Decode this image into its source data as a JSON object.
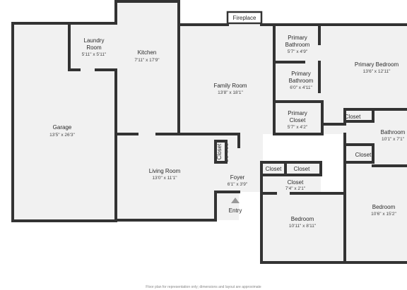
{
  "rooms": [
    {
      "id": "garage",
      "name": "Garage",
      "dim": "13'5\" x 26'3\""
    },
    {
      "id": "laundry",
      "name": "Laundry",
      "name2": "Room",
      "dim": "5'11\" x 5'11\""
    },
    {
      "id": "kitchen",
      "name": "Kitchen",
      "dim": "7'11\" x 17'9\""
    },
    {
      "id": "family",
      "name": "Family Room",
      "dim": "13'8\" x 18'1\""
    },
    {
      "id": "pbath1",
      "name": "Primary",
      "name2": "Bathroom",
      "dim": "5'7\" x 4'9\""
    },
    {
      "id": "pbath2",
      "name": "Primary",
      "name2": "Bathroom",
      "dim": "6'0\" x 4'11\""
    },
    {
      "id": "pcloset",
      "name": "Primary",
      "name2": "Closet",
      "dim": "5'7\" x 4'2\""
    },
    {
      "id": "pbed",
      "name": "Primary Bedroom",
      "dim": "13'6\" x 12'11\""
    },
    {
      "id": "bath",
      "name": "Bathroom",
      "dim": "10'1\" x 7'1\""
    },
    {
      "id": "living",
      "name": "Living Room",
      "dim": "13'0\" x 11'1\""
    },
    {
      "id": "foyer",
      "name": "Foyer",
      "dim": "6'1\" x 3'9\""
    },
    {
      "id": "closet_a",
      "name": "Closet",
      "dim": "2'0\" x 3'3\""
    },
    {
      "id": "closet_b",
      "name": "Closet"
    },
    {
      "id": "closet_c",
      "name": "Closet"
    },
    {
      "id": "closet_d",
      "name": "Closet",
      "dim": "7'4\" x 2'1\""
    },
    {
      "id": "closet_e",
      "name": "Closet"
    },
    {
      "id": "closet_f",
      "name": "Closet"
    },
    {
      "id": "bed2",
      "name": "Bedroom",
      "dim": "10'11\" x 8'11\""
    },
    {
      "id": "bed3",
      "name": "Bedroom",
      "dim": "10'6\" x 15'2\""
    }
  ],
  "labels": {
    "fireplace": "Fireplace",
    "entry": "Entry"
  },
  "caption": "Floor plan for representation only; dimensions and layout are approximate"
}
